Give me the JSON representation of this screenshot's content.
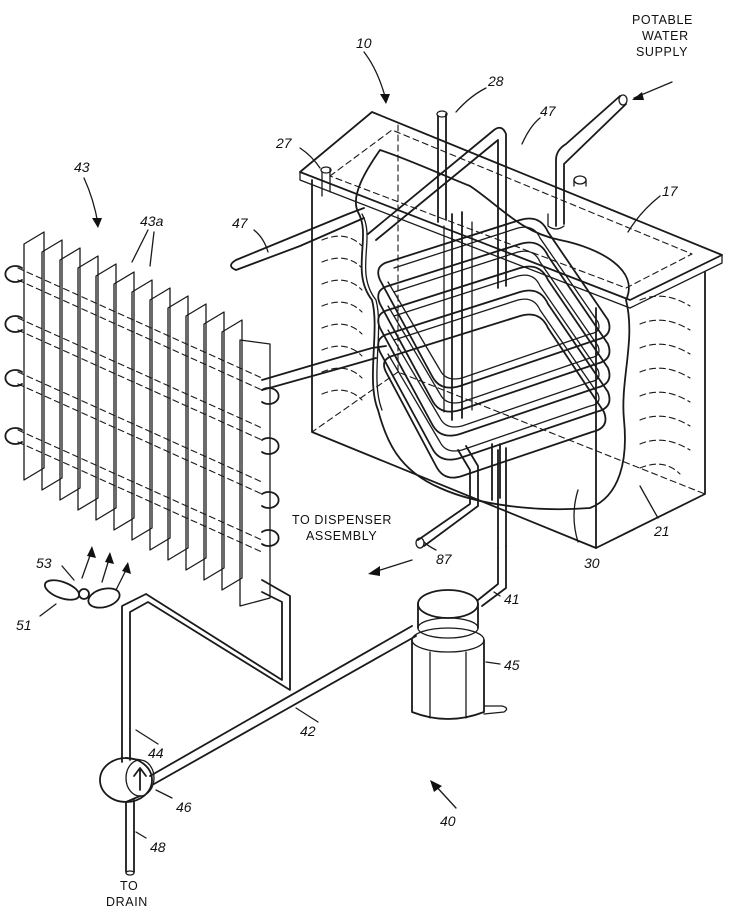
{
  "labels": {
    "tank": "10",
    "tube_28": "28",
    "tube_47_top": "47",
    "flange_27": "27",
    "coil_17": "17",
    "condenser": "43",
    "fins": "43a",
    "line_47_left": "47",
    "baffle_21": "21",
    "evaporator_30": "30",
    "outlet_87": "87",
    "suction_41": "41",
    "compressor_45": "45",
    "line_42": "42",
    "line_44": "44",
    "valve_46": "46",
    "drain_48": "48",
    "fan_51": "51",
    "airflow_53": "53",
    "system_40": "40"
  },
  "captions": {
    "potable_water": [
      "POTABLE",
      "WATER",
      "SUPPLY"
    ],
    "to_dispenser": [
      "TO DISPENSER",
      "ASSEMBLY"
    ],
    "to_drain": [
      "TO",
      "DRAIN"
    ]
  }
}
